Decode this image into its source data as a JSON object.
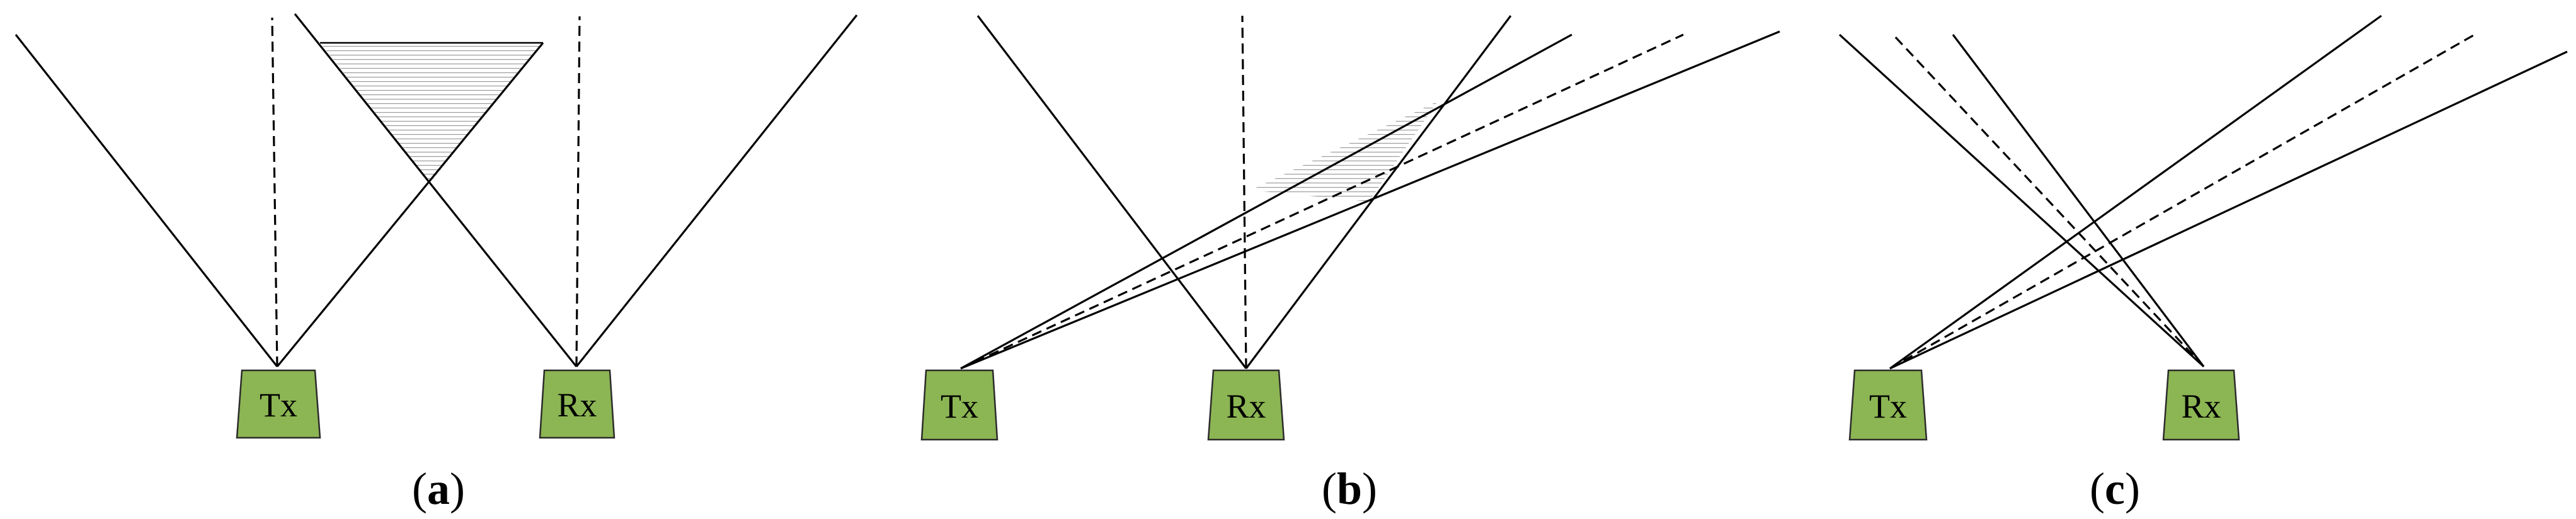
{
  "panels": [
    {
      "caption_open": "(",
      "caption_letter": "a",
      "caption_close": ")",
      "transmitter_label": "Tx",
      "receiver_label": "Rx"
    },
    {
      "caption_open": "(",
      "caption_letter": "b",
      "caption_close": ")",
      "transmitter_label": "Tx",
      "receiver_label": "Rx"
    },
    {
      "caption_open": "(",
      "caption_letter": "c",
      "caption_close": ")",
      "transmitter_label": "Tx",
      "receiver_label": "Rx"
    }
  ],
  "colors": {
    "device_fill": "#8cb553",
    "line": "#000000"
  }
}
